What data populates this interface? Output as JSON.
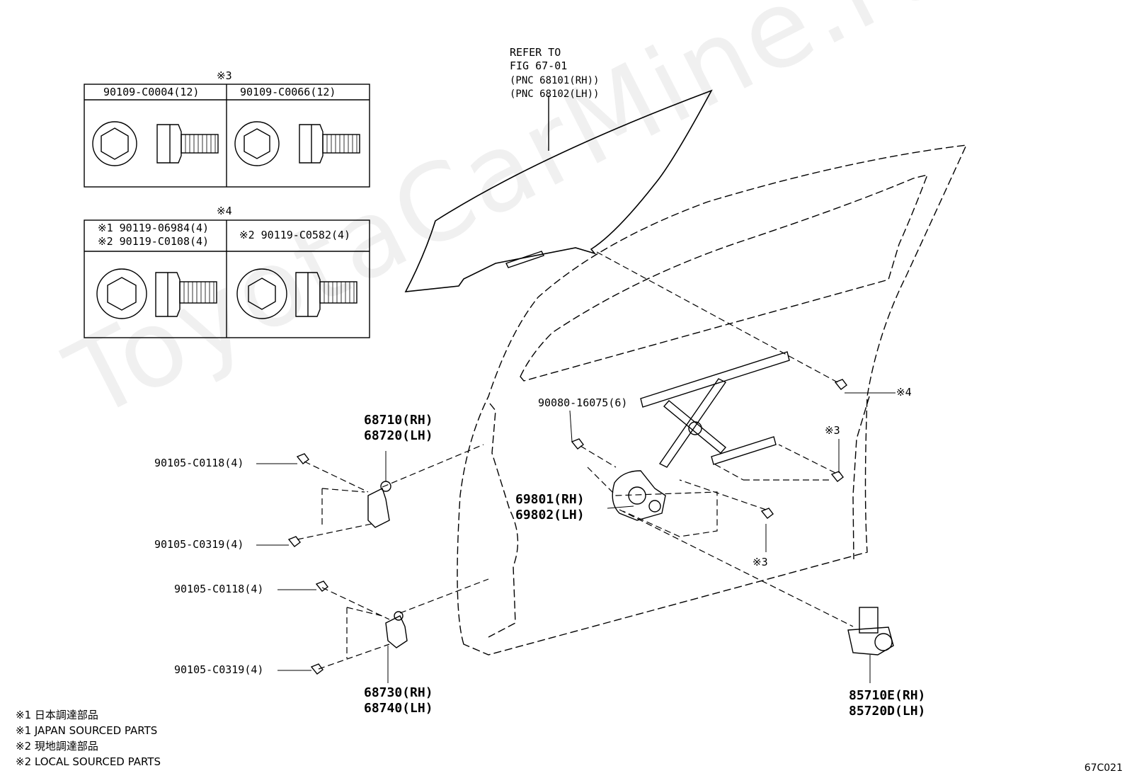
{
  "watermark": "ToyotaCarMine.ru",
  "figure_code": "67C021",
  "glass_reference": {
    "line1": "REFER TO",
    "line2": "FIG 67-01",
    "line3": "(PNC 68101(RH))",
    "line4": "(PNC 68102(LH))"
  },
  "bolt_table_3": {
    "mark": "※3",
    "col1": "90109-C0004(12)",
    "col2": "90109-C0066(12)"
  },
  "bolt_table_4": {
    "mark": "※4",
    "col1_line1": "※1 90119-06984(4)",
    "col1_line2": "※2 90119-C0108(4)",
    "col2": "※2 90119-C0582(4)"
  },
  "parts": {
    "upper_hinge_rh": "68710(RH)",
    "upper_hinge_lh": "68720(LH)",
    "bolt_a": "90105-C0118(4)",
    "bolt_b": "90105-C0319(4)",
    "bolt_c": "90105-C0118(4)",
    "bolt_d": "90105-C0319(4)",
    "lower_hinge_rh": "68730(RH)",
    "lower_hinge_lh": "68740(LH)",
    "regulator_bolt": "90080-16075(6)",
    "regulator_rh": "69801(RH)",
    "regulator_lh": "69802(LH)",
    "motor_rh": "85710E(RH)",
    "motor_lh": "85720D(LH)",
    "mark_4": "※4",
    "mark_3a": "※3",
    "mark_3b": "※3"
  },
  "notes": [
    "※1 日本調達部品",
    "※1 JAPAN SOURCED PARTS",
    "※2 現地調達部品",
    "※2 LOCAL SOURCED PARTS"
  ]
}
